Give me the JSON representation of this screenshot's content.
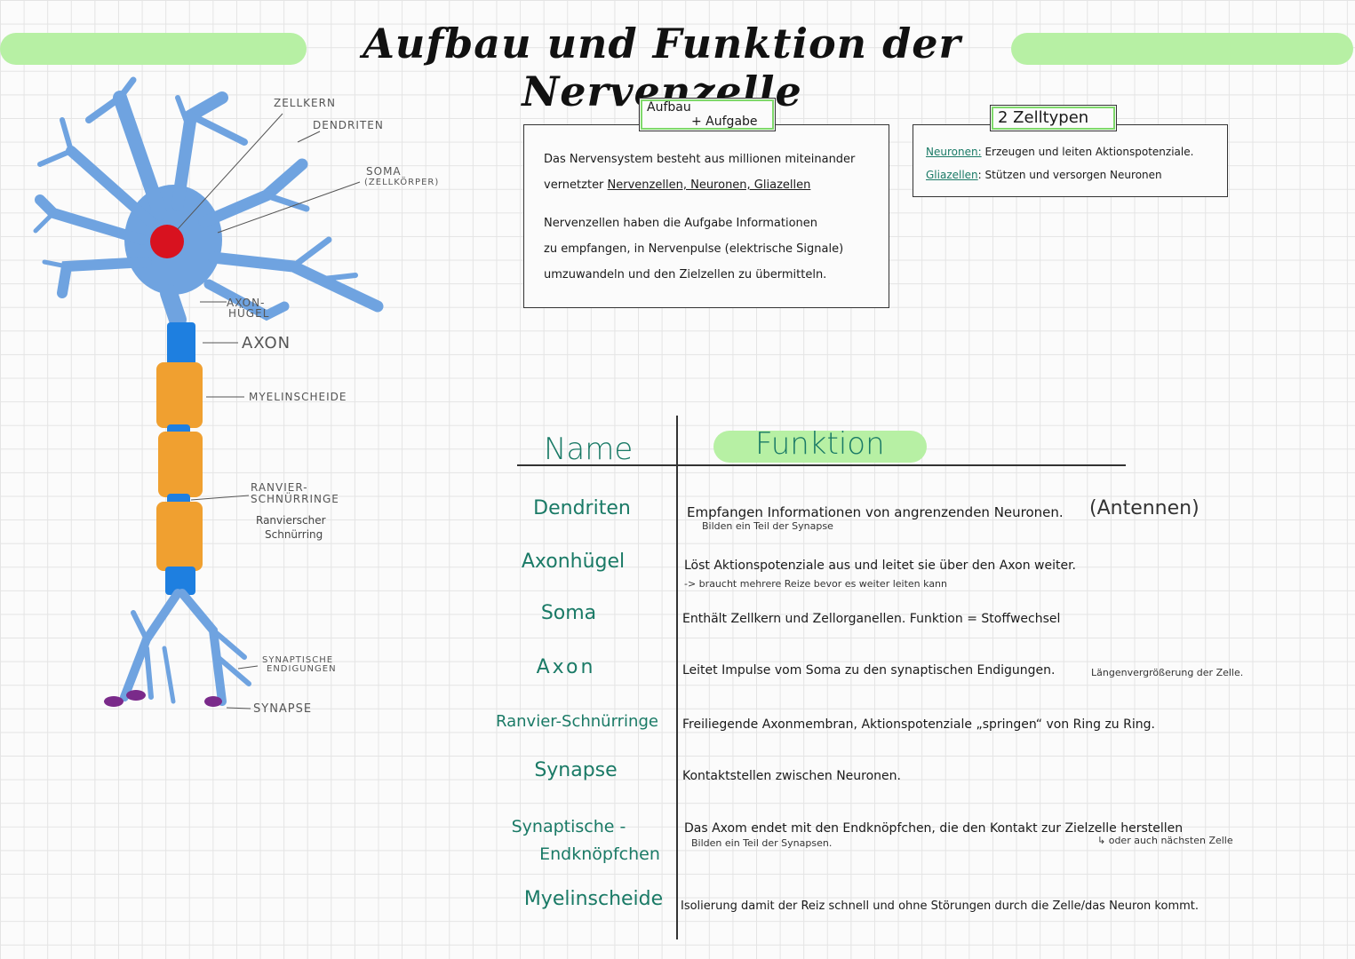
{
  "title": "Aufbau und Funktion der Nervenzelle",
  "diagram": {
    "labels": {
      "zellkern": "ZELLKERN",
      "dendriten": "DENDRITEN",
      "soma": "SOMA",
      "soma_sub": "(ZELLKÖRPER)",
      "axonhuegel_1": "AXON-",
      "axonhuegel_2": "HÜGEL",
      "axon": "AXON",
      "myelinscheide": "MYELINSCHEIDE",
      "ranvier_1": "RANVIER-",
      "ranvier_2": "SCHNÜRRINGE",
      "ranvier_note_1": "Ranvierscher",
      "ranvier_note_2": "Schnürring",
      "synaptische_1": "SYNAPTISCHE",
      "synaptische_2": "ENDIGUNGEN",
      "synapse": "SYNAPSE"
    },
    "colors": {
      "dendrite": "#6fa3e0",
      "nucleus": "#d8121f",
      "axon": "#1e7fe0",
      "myelin": "#f0a030",
      "synapse": "#7a2a8a"
    }
  },
  "aufbau_box": {
    "tag_line1": "Aufbau",
    "tag_line2": "+ Aufgabe",
    "line1": "Das Nervensystem besteht aus millionen miteinander",
    "line2_pre": "vernetzter ",
    "line2_link": "Nervenzellen, Neuronen, Gliazellen",
    "line3": "Nervenzellen haben die Aufgabe Informationen",
    "line4": "zu empfangen, in Nervenpulse (elektrische Signale)",
    "line5": "umzuwandeln und den Zielzellen zu übermitteln."
  },
  "zelltypen_box": {
    "tag": "2 Zelltypen",
    "neuronen_term": "Neuronen:",
    "neuronen_text": " Erzeugen und leiten Aktionspotenziale.",
    "glia_term": "Gliazellen",
    "glia_text": ": Stützen und versorgen Neuronen"
  },
  "table": {
    "header_name": "Name",
    "header_funktion": "Funktion",
    "rows": [
      {
        "name": "Dendriten",
        "funktion": "Empfangen Informationen von angrenzenden Neuronen.",
        "note": "Bilden ein Teil der Synapse",
        "extra": "(Antennen)"
      },
      {
        "name": "Axonhügel",
        "funktion": "Löst Aktionspotenziale aus und leitet sie über den Axon weiter.",
        "note": "-> braucht mehrere Reize bevor es weiter leiten kann"
      },
      {
        "name": "Soma",
        "funktion": "Enthält Zellkern und Zellorganellen. Funktion = Stoffwechsel"
      },
      {
        "name": "Axon",
        "funktion": "Leitet Impulse vom Soma zu den synaptischen Endigungen.",
        "extra": "Längenvergrößerung der Zelle."
      },
      {
        "name": "Ranvier-Schnürringe",
        "funktion": "Freiliegende Axonmembran, Aktionspotenziale „springen“ von Ring zu Ring."
      },
      {
        "name": "Synapse",
        "funktion": "Kontaktstellen zwischen Neuronen."
      },
      {
        "name_1": "Synaptische -",
        "name_2": "Endknöpfchen",
        "funktion": "Das Axom endet mit den Endknöpfchen, die den Kontakt zur Zielzelle herstellen",
        "note": "Bilden ein Teil der Synapsen.",
        "extra": "↳ oder auch nächsten Zelle"
      },
      {
        "name": "Myelinscheide",
        "funktion": "Isolierung damit der Reiz schnell und ohne Störungen durch die Zelle/das Neuron kommt."
      }
    ]
  }
}
